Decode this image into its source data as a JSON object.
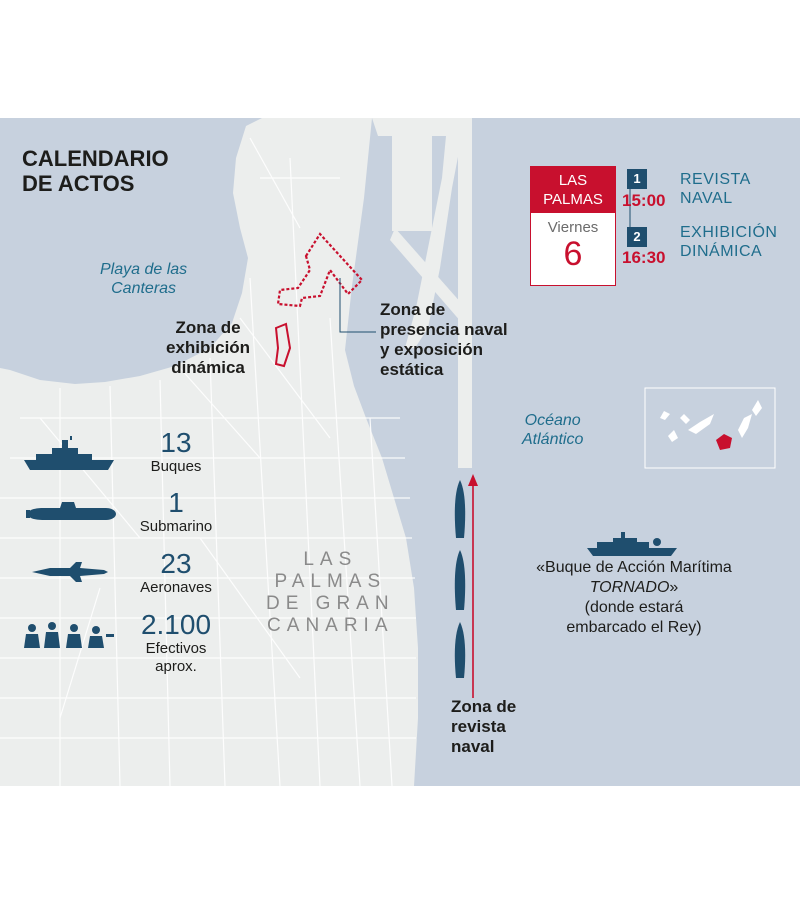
{
  "title_line1": "CALENDARIO",
  "title_line2": "DE ACTOS",
  "colors": {
    "sea": "#c7d1de",
    "land": "#eceeed",
    "street": "#ffffff",
    "accent_red": "#c8102e",
    "navy": "#1f4e6e",
    "teal_text": "#1f6d8c"
  },
  "places": {
    "playa": [
      "Playa de las",
      "Canteras"
    ],
    "oceano": [
      "Océano",
      "Atlántico"
    ],
    "city": [
      "LAS",
      "PALMAS",
      "DE GRAN",
      "CANARIA"
    ]
  },
  "zones": {
    "exhibicion": [
      "Zona de",
      "exhibición",
      "dinámica"
    ],
    "presencia": [
      "Zona de",
      "presencia naval",
      "y exposición",
      "estática"
    ],
    "revista": [
      "Zona de",
      "revista",
      "naval"
    ]
  },
  "calendar": {
    "city": [
      "LAS",
      "PALMAS"
    ],
    "weekday": "Viernes",
    "day": "6",
    "events": [
      {
        "number": "1",
        "time": "15:00",
        "name": [
          "REVISTA",
          "NAVAL"
        ]
      },
      {
        "number": "2",
        "time": "16:30",
        "name": [
          "EXHIBICIÓN",
          "DINÁMICA"
        ]
      }
    ]
  },
  "stats": [
    {
      "icon": "frigate-icon",
      "value": "13",
      "label": [
        "Buques"
      ]
    },
    {
      "icon": "submarine-icon",
      "value": "1",
      "label": [
        "Submarino"
      ]
    },
    {
      "icon": "fighter-jet-icon",
      "value": "23",
      "label": [
        "Aeronaves"
      ]
    },
    {
      "icon": "soldiers-icon",
      "value": "2.100",
      "label": [
        "Efectivos",
        "aprox."
      ]
    }
  ],
  "ship_caption": {
    "line1": "«Buque de Acción Marítima",
    "line2_name": "TORNADO",
    "line2_tail": "»",
    "line3": "(donde estará",
    "line4": "embarcado el Rey)"
  }
}
